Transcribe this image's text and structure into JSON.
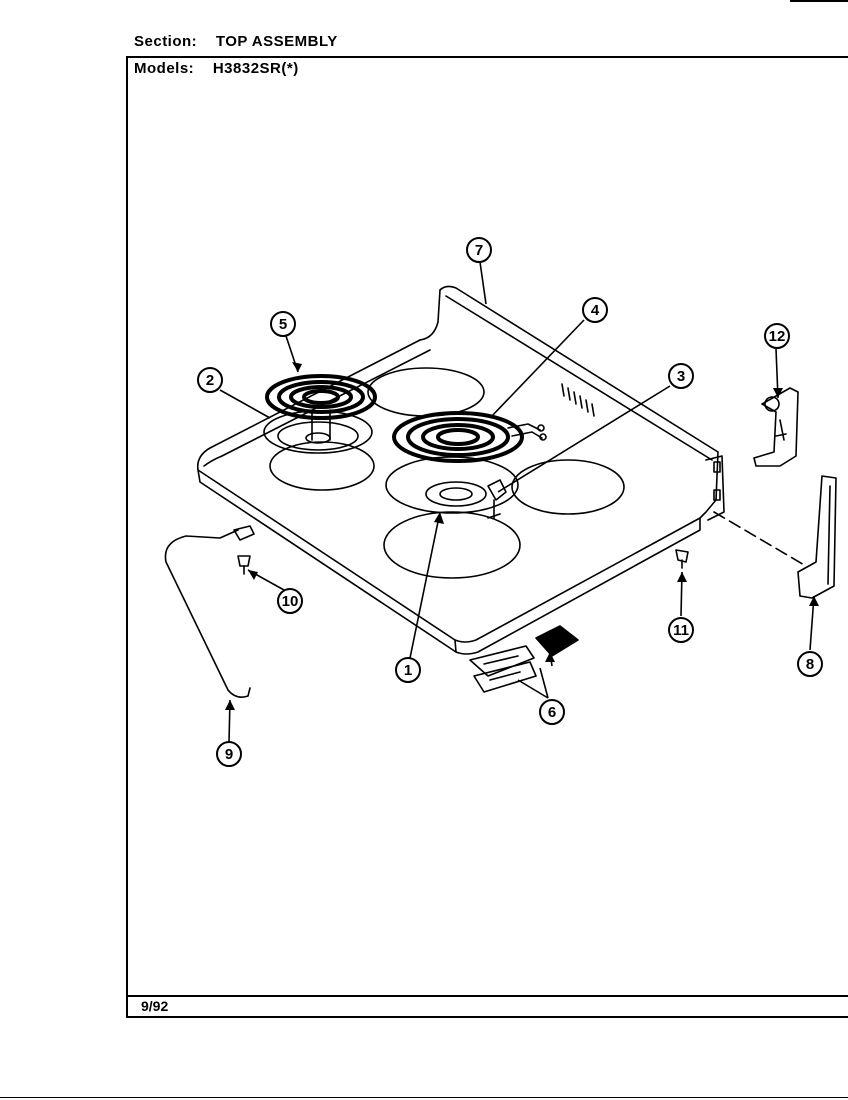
{
  "header": {
    "section_label": "Section:",
    "section_value": "TOP ASSEMBLY",
    "models_label": "Models:",
    "models_value": "H3832SR(*)"
  },
  "footer": {
    "date": "9/92"
  },
  "callouts": [
    "1",
    "2",
    "3",
    "4",
    "5",
    "6",
    "7",
    "8",
    "9",
    "10",
    "11",
    "12"
  ]
}
